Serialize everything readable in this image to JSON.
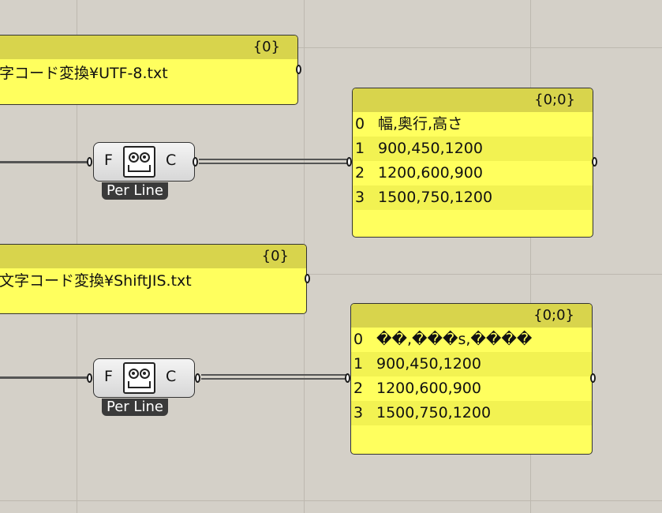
{
  "source_panel_1": {
    "index_label": "{0}",
    "text": "字コード変換¥UTF-8.txt"
  },
  "component_1": {
    "input_label": "F",
    "output_label": "C",
    "badge": "Per Line"
  },
  "output_panel_1": {
    "index_label": "{0;0}",
    "rows": [
      {
        "i": "0",
        "v": "幅,奥行,高さ"
      },
      {
        "i": "1",
        "v": "900,450,1200"
      },
      {
        "i": "2",
        "v": "1200,600,900"
      },
      {
        "i": "3",
        "v": "1500,750,1200"
      }
    ]
  },
  "source_panel_2": {
    "index_label": "{0}",
    "text": "文字コード変換¥ShiftJIS.txt"
  },
  "component_2": {
    "input_label": "F",
    "output_label": "C",
    "badge": "Per Line"
  },
  "output_panel_2": {
    "index_label": "{0;0}",
    "rows": [
      {
        "i": "0",
        "v": "��,���s,����"
      },
      {
        "i": "1",
        "v": "900,450,1200"
      },
      {
        "i": "2",
        "v": "1200,600,900"
      },
      {
        "i": "3",
        "v": "1500,750,1200"
      }
    ]
  },
  "colors": {
    "canvas": "#d4d0c8",
    "panel": "#ffff5e",
    "panel_header": "#d8d44c",
    "badge": "#3a3a3a"
  },
  "icons": {
    "component": "googly-eyes-icon"
  }
}
